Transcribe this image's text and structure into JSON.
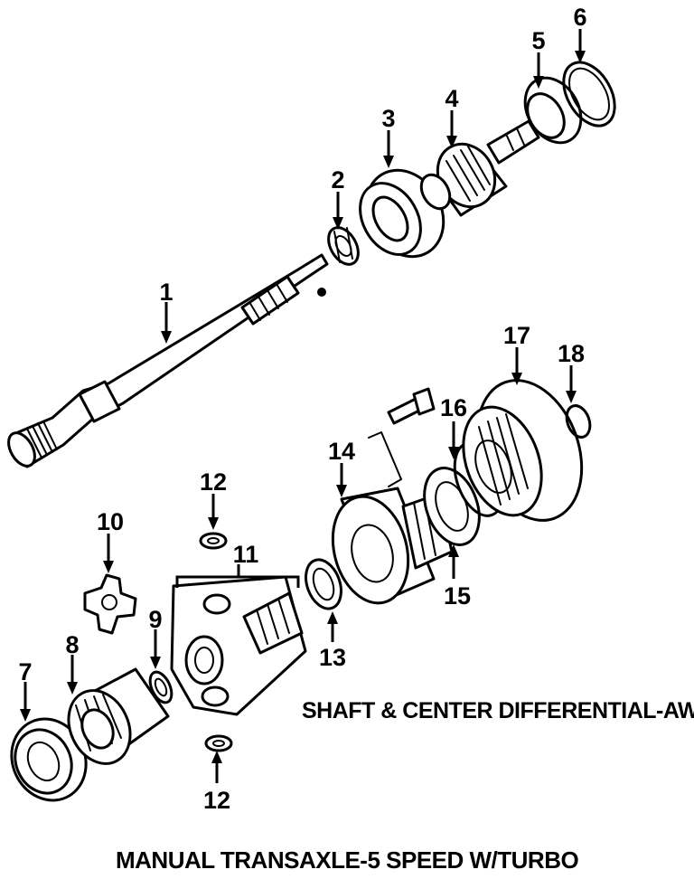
{
  "subtitle": "SHAFT & CENTER DIFFERENTIAL-AWD",
  "title": "MANUAL TRANSAXLE-5 SPEED W/TURBO",
  "callouts": [
    "1",
    "2",
    "3",
    "4",
    "5",
    "6",
    "7",
    "8",
    "9",
    "10",
    "11",
    "12",
    "12",
    "13",
    "14",
    "15",
    "16",
    "17",
    "18"
  ]
}
